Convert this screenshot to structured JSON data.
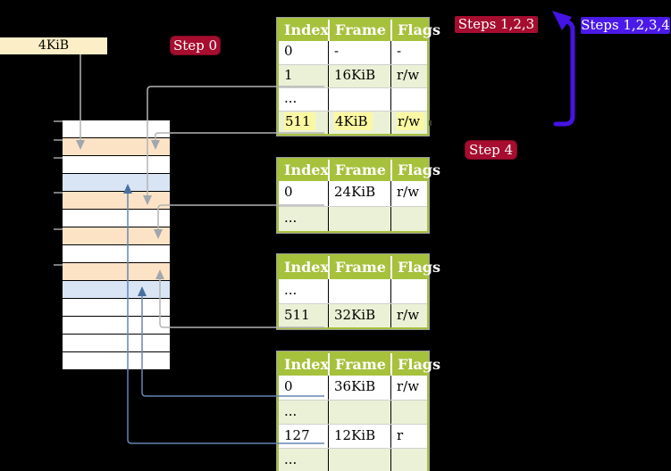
{
  "labels": {
    "frame_size": "4KiB",
    "step0": "Step 0",
    "steps123": "Steps 1,2,3",
    "steps1234": "Steps 1,2,3,4",
    "step4": "Step 4"
  },
  "colors": {
    "background": "#000000",
    "table_header_green": "#a6c13c",
    "table_row_green": "#ebf1d6",
    "highlight_yellow": "#fbf8a3",
    "crimson_label": "#a60d2f",
    "blue_label": "#4b1ae8",
    "thick_arrow_blue": "#4513e4",
    "thin_arrow_blue": "#5f81ad",
    "thin_arrow_gray": "#b3b3b3",
    "stack_peach": "#fde3c6",
    "stack_blue": "#d9e5f5",
    "label_4kib_bg": "#fceec6"
  },
  "memory_stack": {
    "rows": [
      "white",
      "peach",
      "white",
      "blue",
      "peach",
      "white",
      "peach",
      "white",
      "peach",
      "blue",
      "white",
      "white",
      "white",
      "white"
    ],
    "ticks_y": [
      135,
      156,
      176,
      215,
      256,
      296
    ]
  },
  "tables": [
    {
      "headers": [
        "Index",
        "Frame",
        "Flags"
      ],
      "rows": [
        {
          "cells": [
            "0",
            "-",
            "-"
          ],
          "shaded": false,
          "highlight": false
        },
        {
          "cells": [
            "1",
            "16KiB",
            "r/w"
          ],
          "shaded": true,
          "highlight": false
        },
        {
          "cells": [
            "...",
            "",
            ""
          ],
          "shaded": false,
          "highlight": false
        },
        {
          "cells": [
            "511",
            "4KiB",
            "r/w"
          ],
          "shaded": true,
          "highlight": true
        }
      ]
    },
    {
      "headers": [
        "Index",
        "Frame",
        "Flags"
      ],
      "rows": [
        {
          "cells": [
            "0",
            "24KiB",
            "r/w"
          ],
          "shaded": false,
          "highlight": false
        },
        {
          "cells": [
            "...",
            "",
            ""
          ],
          "shaded": true,
          "highlight": false
        }
      ]
    },
    {
      "headers": [
        "Index",
        "Frame",
        "Flags"
      ],
      "rows": [
        {
          "cells": [
            "...",
            "",
            ""
          ],
          "shaded": false,
          "highlight": false
        },
        {
          "cells": [
            "511",
            "32KiB",
            "r/w"
          ],
          "shaded": true,
          "highlight": false
        }
      ]
    },
    {
      "headers": [
        "Index",
        "Frame",
        "Flags"
      ],
      "rows": [
        {
          "cells": [
            "0",
            "36KiB",
            "r/w"
          ],
          "shaded": false,
          "highlight": false
        },
        {
          "cells": [
            "...",
            "",
            ""
          ],
          "shaded": true,
          "highlight": false
        },
        {
          "cells": [
            "127",
            "12KiB",
            "r"
          ],
          "shaded": false,
          "highlight": false
        },
        {
          "cells": [
            "...",
            "",
            ""
          ],
          "shaded": true,
          "highlight": false
        }
      ]
    }
  ]
}
